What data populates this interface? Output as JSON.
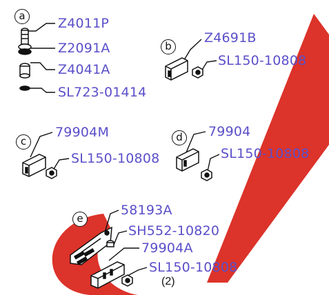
{
  "colors": {
    "label": "#5a4fc9",
    "line": "#111111",
    "watermark": "#d92218"
  },
  "groups": {
    "a": {
      "letter": "a",
      "parts": [
        "Z4011P",
        "Z2091A",
        "Z4041A",
        "SL723-01414"
      ]
    },
    "b": {
      "letter": "b",
      "parts": [
        "Z4691B",
        "SL150-10808"
      ]
    },
    "c": {
      "letter": "c",
      "parts": [
        "79904M",
        "SL150-10808"
      ]
    },
    "d": {
      "letter": "d",
      "parts": [
        "79904",
        "SL150-10808"
      ]
    },
    "e": {
      "letter": "e",
      "parts": [
        "58193A",
        "SH552-10820",
        "79904A",
        "SL150-10808"
      ]
    }
  },
  "figure_caption": "(2)"
}
